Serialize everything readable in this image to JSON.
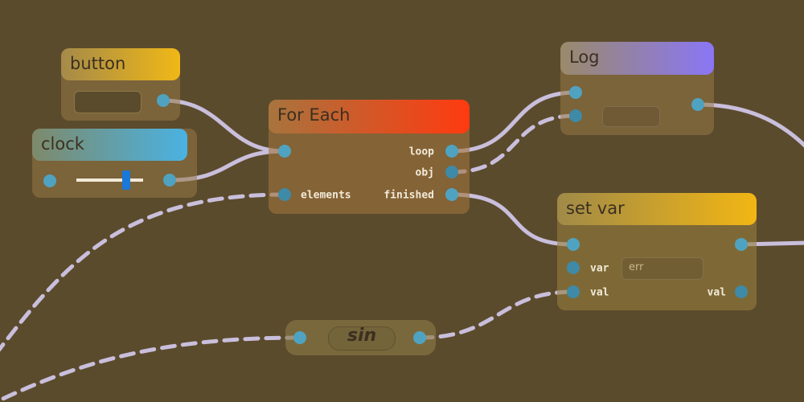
{
  "colors": {
    "background": "#5b4b2d",
    "wire": "#c9bfdc",
    "port": "#4fa3c0",
    "button": "#f0b816",
    "clock": "#4ab2e2",
    "for_each": "#ff3a10",
    "log": "#8a76f5",
    "set_var": "#f2b614"
  },
  "nodes": {
    "button": {
      "title": "button"
    },
    "clock": {
      "title": "clock",
      "slider_value": 0.75
    },
    "for_each": {
      "title": "For Each",
      "outputs": [
        "loop",
        "obj",
        "finished"
      ],
      "inputs": [
        "elements"
      ]
    },
    "log": {
      "title": "Log"
    },
    "set_var": {
      "title": "set var",
      "var_label": "var",
      "var_value": "err",
      "val_in_label": "val",
      "val_out_label": "val"
    },
    "sin": {
      "title": "sin"
    }
  }
}
